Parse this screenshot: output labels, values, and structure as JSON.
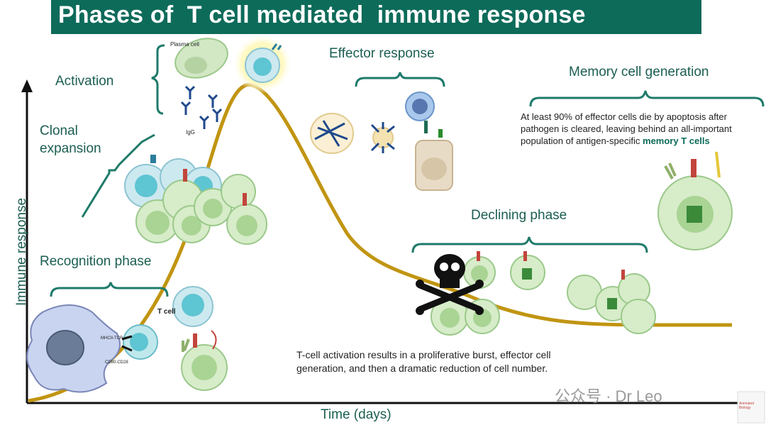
{
  "title": "Phases of  T cell mediated  immune response",
  "axes": {
    "y_label": "Immune response",
    "x_label": "Time (days)"
  },
  "phases": {
    "activation": "Activation",
    "clonal_expansion": "Clonal\nexpansion",
    "recognition": "Recognition phase",
    "effector": "Effector response",
    "memory": "Memory cell generation",
    "declining": "Declining phase"
  },
  "memory_note": {
    "text": "At least 90% of effector cells die by apoptosis after pathogen is cleared, leaving behind an all-important population of antigen-specific ",
    "bold": "memory T cells"
  },
  "summary_note": "T-cell activation results in a proliferative burst, effector cell generation, and then a dramatic reduction of cell number.",
  "small_labels": {
    "plasma_cell": "Plasma cell",
    "igg": "IgG",
    "t_cell": "T cell",
    "mhc_tcr": "MHCII-TCR",
    "cd80_cd28": "CD80-CD28"
  },
  "watermark": "公众号 · Dr Leo",
  "logo_text": "Animated Biology"
}
